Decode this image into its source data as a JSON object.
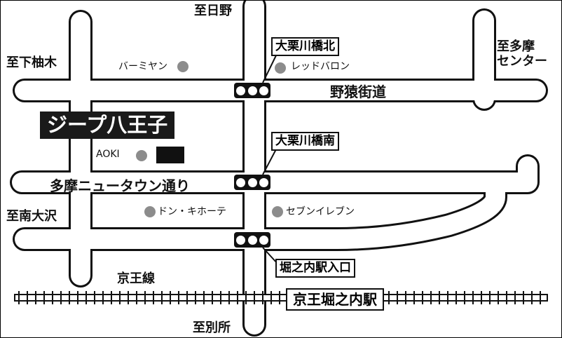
{
  "colors": {
    "road_fill": "#ffffff",
    "road_outline": "#111111",
    "poi_dot": "#8c8c8c",
    "brand_bg": "#1a1a1a",
    "brand_text": "#ffffff"
  },
  "destinations": {
    "north": "至日野",
    "west_upper": "至下柚木",
    "east_upper": "至多摩\nセンター",
    "west_lower": "至南大沢",
    "south": "至別所"
  },
  "roads": {
    "upper": "野猿街道",
    "middle": "多摩ニュータウン通り"
  },
  "railway": {
    "line_name": "京王線",
    "station_name": "京王堀之内駅"
  },
  "intersections": {
    "north": "大栗川橋北",
    "middle": "大栗川橋南",
    "south": "堀之内駅入口"
  },
  "landmarks": {
    "bamiyan": "バーミヤン",
    "redbaron": "レッドバロン",
    "aoki": "AOKI",
    "donki": "ドン・キホーテ",
    "seven": "セブンイレブン"
  },
  "store": {
    "name": "ジープ八王子"
  }
}
